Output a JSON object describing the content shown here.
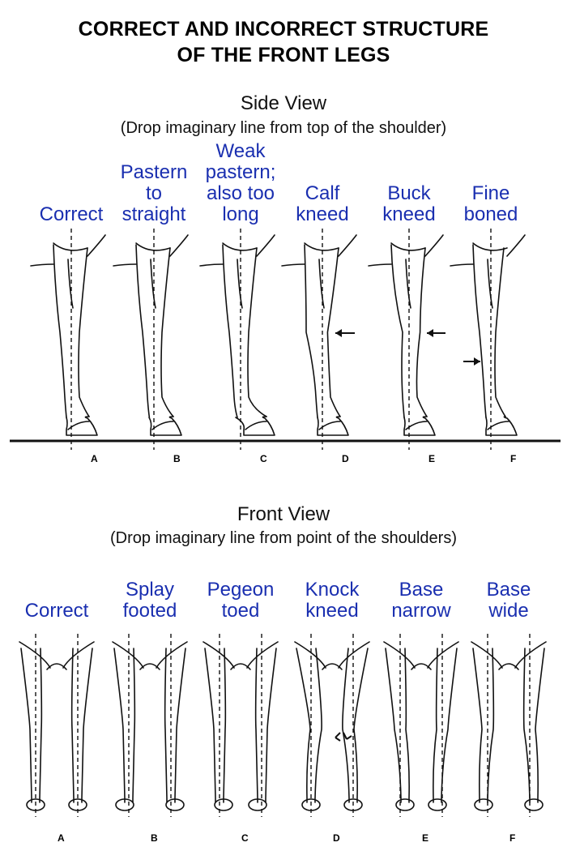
{
  "title": {
    "line1": "CORRECT AND INCORRECT STRUCTURE",
    "line2": "OF THE FRONT LEGS"
  },
  "side_view": {
    "heading": "Side View",
    "subtitle": "(Drop imaginary line from top of the shoulder)",
    "labels": [
      {
        "text": "Correct",
        "letter": "A"
      },
      {
        "text": "Pastern\nto\nstraight",
        "letter": "B"
      },
      {
        "text": "Weak\npastern;\nalso too\nlong",
        "letter": "C"
      },
      {
        "text": "Calf\nkneed",
        "letter": "D"
      },
      {
        "text": "Buck\nkneed",
        "letter": "E"
      },
      {
        "text": "Fine\nboned",
        "letter": "F"
      }
    ]
  },
  "front_view": {
    "heading": "Front View",
    "subtitle": "(Drop imaginary line from point of the shoulders)",
    "labels": [
      {
        "text": "Correct",
        "letter": "A"
      },
      {
        "text": "Splay\nfooted",
        "letter": "B"
      },
      {
        "text": "Pegeon\ntoed",
        "letter": "C"
      },
      {
        "text": "Knock\nkneed",
        "letter": "D"
      },
      {
        "text": "Base\nnarrow",
        "letter": "E"
      },
      {
        "text": "Base\nwide",
        "letter": "F"
      }
    ]
  },
  "colors": {
    "label": "#1a2fb0",
    "ink": "#111111"
  }
}
